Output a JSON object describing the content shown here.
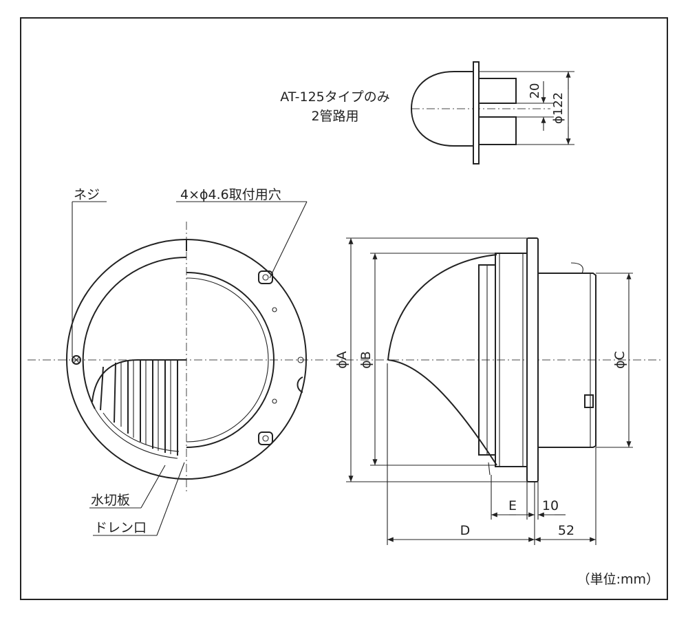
{
  "inset": {
    "label_line1": "AT-125タイプのみ",
    "label_line2": "2管路用",
    "dim_gap": "20",
    "dim_diameter": "ϕ122"
  },
  "front_view": {
    "screw_label": "ネジ",
    "mounting_holes_label": "4×ϕ4.6取付用穴",
    "water_cut_plate_label": "水切板",
    "drain_label": "ドレン口"
  },
  "side_view": {
    "dim_A": "ϕA",
    "dim_B": "ϕB",
    "dim_C": "ϕC",
    "dim_D": "D",
    "dim_E": "E",
    "dim_10": "10",
    "dim_52": "52"
  },
  "unit_note": "（単位:mm）",
  "colors": {
    "line": "#222222",
    "background": "#ffffff"
  }
}
